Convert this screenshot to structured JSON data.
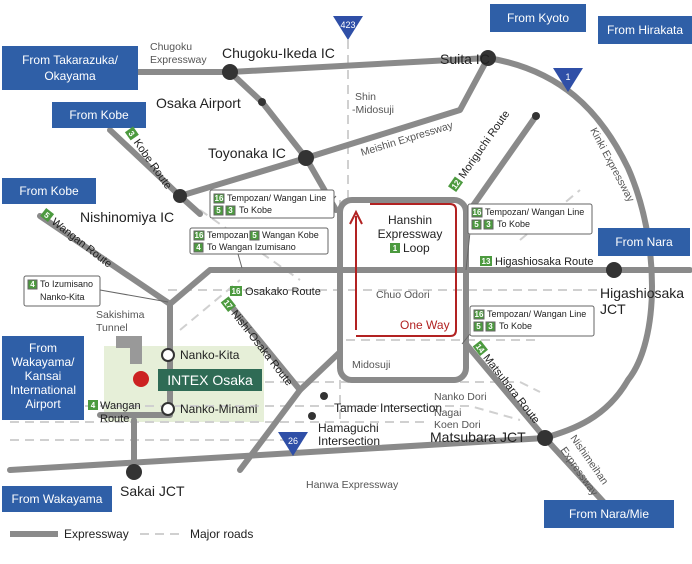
{
  "colors": {
    "expressway": "#8a8a8a",
    "major_road": "#d0d0d0",
    "from_box": "#2f5fa7",
    "route_badge": "#4c9a3f",
    "loop": "#b22222",
    "intex_label": "#2f6b55",
    "marker": "#cc2222",
    "national_route": "#2f4fa7"
  },
  "from_boxes": {
    "kyoto": "From Kyoto",
    "hirakata": "From Hirakata",
    "takarazuka_1": "From Takarazuka/",
    "takarazuka_2": "Okayama",
    "kobe_top": "From Kobe",
    "kobe_mid": "From Kobe",
    "nara": "From Nara",
    "wakayama_kansai_1": "From",
    "wakayama_kansai_2": "Wakayama/",
    "wakayama_kansai_3": "Kansai",
    "wakayama_kansai_4": "International",
    "wakayama_kansai_5": "Airport",
    "wakayama": "From Wakayama",
    "nara_mie": "From Nara/Mie"
  },
  "national_routes": {
    "r423": "423",
    "r1": "1",
    "r26": "26"
  },
  "places": {
    "chugoku_ikeda_ic": "Chugoku-Ikeda IC",
    "suita_ic": "Suita IC",
    "osaka_airport": "Osaka Airport",
    "toyonaka_ic": "Toyonaka IC",
    "nishinomiya_ic": "Nishinomiya IC",
    "higashiosaka_jct_1": "Higashiosaka",
    "higashiosaka_jct_2": "JCT",
    "matsubara_jct": "Matsubara JCT",
    "sakai_jct": "Sakai JCT",
    "sakishima_tunnel_1": "Sakishima",
    "sakishima_tunnel_2": "Tunnel",
    "tamade_intersection": "Tamade Intersection",
    "hamaguchi_1": "Hamaguchi",
    "hamaguchi_2": "Intersection",
    "nanko_kita": "Nanko-Kita",
    "nanko_minami": "Nanko-Minami",
    "intex": "INTEX Osaka"
  },
  "roads": {
    "chugoku_exp_1": "Chugoku",
    "chugoku_exp_2": "Expressway",
    "shin_midosuji_1": "Shin",
    "shin_midosuji_2": "-Midosuji",
    "meishin_exp": "Meishin Expressway",
    "kinki_exp": "Kinki Expressway",
    "chuo_odori": "Chuo Odori",
    "midosuji": "Midosuji",
    "nanko_dori": "Nanko Dori",
    "nagai_koen_1": "Nagai",
    "nagai_koen_2": "Koen Dori",
    "hanwa_exp": "Hanwa Expressway",
    "nishimeihan_1": "Nishimeihan",
    "nishimeihan_2": "Expressway"
  },
  "routes": {
    "kobe_route": {
      "num": "3",
      "label": "Kobe Route"
    },
    "wangan_route": {
      "num": "5",
      "label": "Wangan Route"
    },
    "moriguchi_route": {
      "num": "12",
      "label": "Moriguchi Route"
    },
    "higashiosaka_route": {
      "num": "13",
      "label": "Higashiosaka Route"
    },
    "osakako_route": {
      "num": "16",
      "label": "Osakako Route"
    },
    "nishi_osaka_route": {
      "num": "17",
      "label": "Nishi-Osaka Route"
    },
    "matsubara_route": {
      "num": "14",
      "label": "Matsubara Route"
    },
    "wangan_route_south": {
      "num": "4",
      "label_1": "Wangan",
      "label_2": "Route"
    }
  },
  "loop": {
    "line1": "Hanshin",
    "line2": "Expressway",
    "num": "1",
    "line3": "Loop",
    "one_way": "One Way"
  },
  "callouts": {
    "c1": {
      "n1": "16",
      "t1": "Tempozan/ Wangan Line",
      "n2": "5",
      "n3": "3",
      "t2": "To Kobe"
    },
    "c2": {
      "n1": "16",
      "t1": "Tempozan",
      "n2": "5",
      "t1b": "Wangan Kobe",
      "n3": "4",
      "t2": "To Wangan Izumisano"
    },
    "c3": {
      "n1": "16",
      "t1": "Tempozan/ Wangan Line",
      "n2": "5",
      "n3": "3",
      "t2": "To Kobe"
    },
    "c4": {
      "n1": "16",
      "t1": "Tempozan/ Wangan Line",
      "n2": "5",
      "n3": "3",
      "t2": "To Kobe"
    },
    "c5": {
      "n1": "4",
      "t1": "To Izumisano",
      "t2": "Nanko-Kita"
    }
  },
  "legend": {
    "expressway": "Expressway",
    "major_roads": "Major roads"
  }
}
